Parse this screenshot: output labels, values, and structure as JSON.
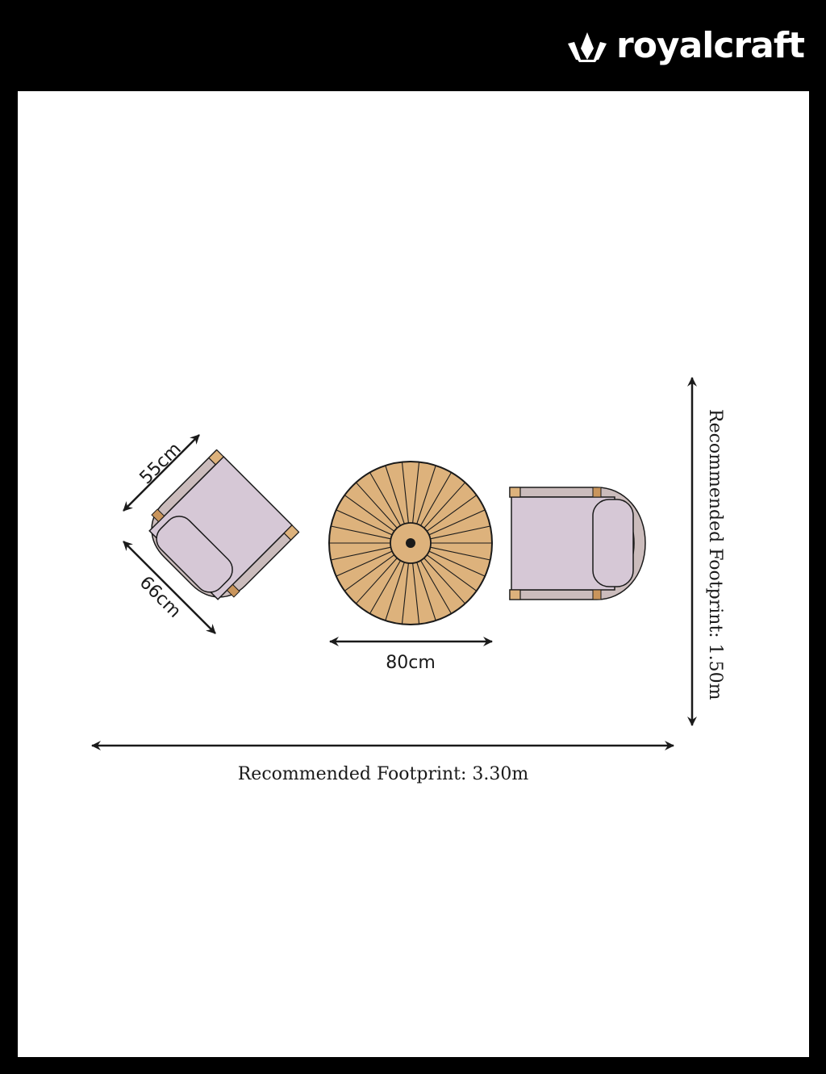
{
  "brand": {
    "name": "royalcraft"
  },
  "dimensions": {
    "chair_depth": "55cm",
    "chair_width": "66cm",
    "table_diameter": "80cm",
    "footprint_width": "Recommended Footprint: 3.30m",
    "footprint_depth": "Recommended Footprint: 1.50m"
  },
  "colors": {
    "frame": "#000000",
    "background": "#ffffff",
    "wood": "#ddb27c",
    "wood_dark": "#c9955c",
    "cushion": "#d6c8d6",
    "frame_grey": "#cbbcbc"
  }
}
